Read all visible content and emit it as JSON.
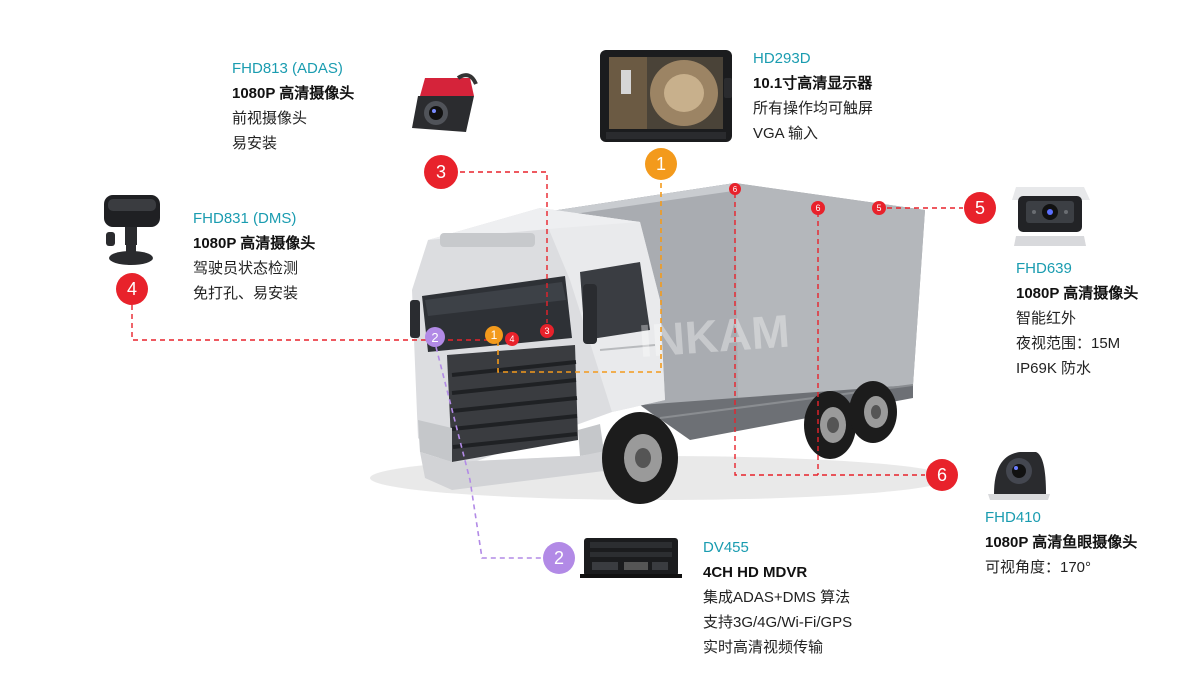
{
  "watermark": "INKAM",
  "colors": {
    "red": "#e8222b",
    "orange": "#f39a1c",
    "purple": "#b28ae6",
    "model": "#1a9cb0"
  },
  "devices": [
    {
      "id": "hd293d",
      "number": "1",
      "model": "HD293D",
      "title": "10.1寸高清显示器",
      "lines": [
        "所有操作均可触屏",
        "VGA 输入"
      ],
      "icon": "monitor-icon"
    },
    {
      "id": "dv455",
      "number": "2",
      "model": "DV455",
      "title": "4CH HD MDVR",
      "lines": [
        "集成ADAS+DMS 算法",
        "支持3G/4G/Wi-Fi/GPS",
        "实时高清视频传输"
      ],
      "icon": "mdvr-icon"
    },
    {
      "id": "fhd813",
      "number": "3",
      "model": "FHD813 (ADAS)",
      "title": "1080P 高清摄像头",
      "lines": [
        "前视摄像头",
        "易安装"
      ],
      "icon": "dashcam-icon"
    },
    {
      "id": "fhd831",
      "number": "4",
      "model": "FHD831 (DMS)",
      "title": "1080P 高清摄像头",
      "lines": [
        "驾驶员状态检测",
        "免打孔、易安装"
      ],
      "icon": "dms-camera-icon"
    },
    {
      "id": "fhd639",
      "number": "5",
      "model": "FHD639",
      "title": "1080P 高清摄像头",
      "lines": [
        "智能红外",
        "夜视范围：15M",
        "IP69K 防水"
      ],
      "icon": "ir-camera-icon"
    },
    {
      "id": "fhd410",
      "number": "6",
      "model": "FHD410",
      "title": "1080P 高清鱼眼摄像头",
      "lines": [
        "可视角度：170°"
      ],
      "icon": "fisheye-camera-icon"
    }
  ]
}
